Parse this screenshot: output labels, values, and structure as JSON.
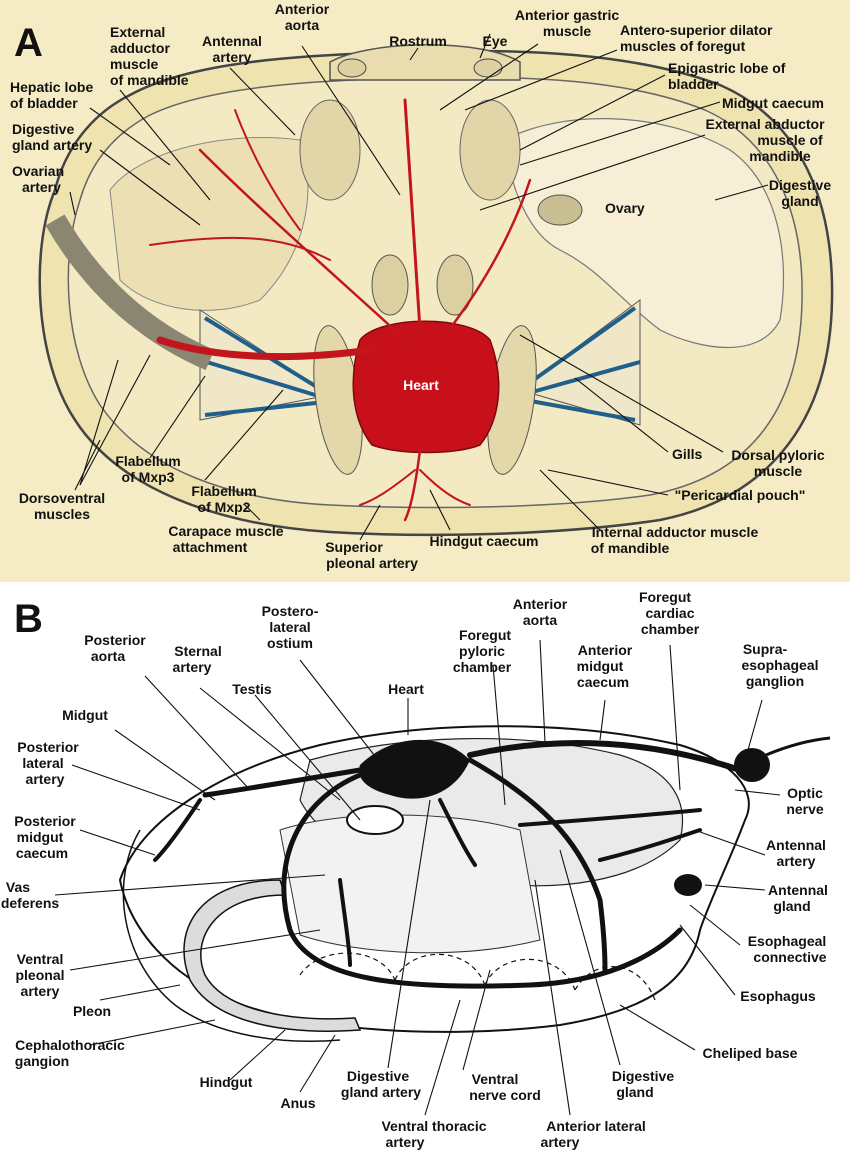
{
  "panels": [
    {
      "id": "A",
      "label": "A",
      "annotations": [
        {
          "name": "label-anterior-aorta",
          "lines": [
            "Anterior",
            "aorta"
          ]
        },
        {
          "name": "label-rostrum",
          "lines": [
            "Rostrum"
          ]
        },
        {
          "name": "label-eye",
          "lines": [
            "Eye"
          ]
        },
        {
          "name": "label-anterior-gastric-muscle",
          "lines": [
            "Anterior gastric",
            "muscle"
          ]
        },
        {
          "name": "label-external-adductor-muscle",
          "lines": [
            "External",
            "adductor",
            "muscle",
            "of mandible"
          ]
        },
        {
          "name": "label-antennal-artery-a",
          "lines": [
            "Antennal",
            "artery"
          ]
        },
        {
          "name": "label-antero-superior-dilator",
          "lines": [
            "Antero-superior dilator",
            "muscles of foregut"
          ]
        },
        {
          "name": "label-epigastric-lobe",
          "lines": [
            "Epigastric lobe of",
            "bladder"
          ]
        },
        {
          "name": "label-hepatic-lobe",
          "lines": [
            "Hepatic lobe",
            "of bladder"
          ]
        },
        {
          "name": "label-midgut-caecum",
          "lines": [
            "Midgut caecum"
          ]
        },
        {
          "name": "label-digestive-gland-artery-a",
          "lines": [
            "Digestive",
            "gland artery"
          ]
        },
        {
          "name": "label-external-abductor-muscle",
          "lines": [
            "External abductor",
            "muscle of",
            "mandible"
          ]
        },
        {
          "name": "label-ovarian-artery",
          "lines": [
            "Ovarian",
            "artery"
          ]
        },
        {
          "name": "label-ovary",
          "lines": [
            "Ovary"
          ]
        },
        {
          "name": "label-digestive-gland-a",
          "lines": [
            "Digestive",
            "gland"
          ]
        },
        {
          "name": "label-heart-a",
          "lines": [
            "Heart"
          ]
        },
        {
          "name": "label-gills",
          "lines": [
            "Gills"
          ]
        },
        {
          "name": "label-dorsal-pyloric-muscle",
          "lines": [
            "Dorsal pyloric",
            "muscle"
          ]
        },
        {
          "name": "label-flabellum-mxp3",
          "lines": [
            "Flabellum",
            "of Mxp3"
          ]
        },
        {
          "name": "label-flabellum-mxp2",
          "lines": [
            "Flabellum",
            "of Mxp2"
          ]
        },
        {
          "name": "label-dorsoventral-muscles",
          "lines": [
            "Dorsoventral",
            "muscles"
          ]
        },
        {
          "name": "label-pericardial-pouch",
          "lines": [
            "\"Pericardial pouch\""
          ]
        },
        {
          "name": "label-carapace-muscle-attachment",
          "lines": [
            "Carapace muscle",
            "attachment"
          ]
        },
        {
          "name": "label-hindgut-caecum",
          "lines": [
            "Hindgut caecum"
          ]
        },
        {
          "name": "label-internal-adductor-muscle",
          "lines": [
            "Internal adductor muscle",
            "of mandible"
          ]
        },
        {
          "name": "label-superior-pleonal-artery",
          "lines": [
            "Superior",
            "pleonal artery"
          ]
        }
      ]
    },
    {
      "id": "B",
      "label": "B",
      "annotations": [
        {
          "name": "label-postero-lateral-ostium",
          "lines": [
            "Postero-",
            "lateral",
            "ostium"
          ]
        },
        {
          "name": "label-anterior-aorta-b",
          "lines": [
            "Anterior",
            "aorta"
          ]
        },
        {
          "name": "label-foregut-cardiac-chamber",
          "lines": [
            "Foregut",
            "cardiac",
            "chamber"
          ]
        },
        {
          "name": "label-posterior-aorta",
          "lines": [
            "Posterior",
            "aorta"
          ]
        },
        {
          "name": "label-sternal-artery",
          "lines": [
            "Sternal",
            "artery"
          ]
        },
        {
          "name": "label-foregut-pyloric-chamber",
          "lines": [
            "Foregut",
            "pyloric",
            "chamber"
          ]
        },
        {
          "name": "label-anterior-midgut-caecum",
          "lines": [
            "Anterior",
            "midgut",
            "caecum"
          ]
        },
        {
          "name": "label-supra-esophageal-ganglion",
          "lines": [
            "Supra-",
            "esophageal",
            "ganglion"
          ]
        },
        {
          "name": "label-testis",
          "lines": [
            "Testis"
          ]
        },
        {
          "name": "label-heart-b",
          "lines": [
            "Heart"
          ]
        },
        {
          "name": "label-midgut",
          "lines": [
            "Midgut"
          ]
        },
        {
          "name": "label-posterior-lateral-artery",
          "lines": [
            "Posterior",
            "lateral",
            "artery"
          ]
        },
        {
          "name": "label-optic-nerve",
          "lines": [
            "Optic",
            "nerve"
          ]
        },
        {
          "name": "label-posterior-midgut-caecum",
          "lines": [
            "Posterior",
            "midgut",
            "caecum"
          ]
        },
        {
          "name": "label-antennal-artery-b",
          "lines": [
            "Antennal",
            "artery"
          ]
        },
        {
          "name": "label-vas-deferens",
          "lines": [
            "Vas",
            "deferens"
          ]
        },
        {
          "name": "label-antennal-gland",
          "lines": [
            "Antennal",
            "gland"
          ]
        },
        {
          "name": "label-esophageal-connective",
          "lines": [
            "Esophageal",
            "connective"
          ]
        },
        {
          "name": "label-ventral-pleonal-artery",
          "lines": [
            "Ventral",
            "pleonal",
            "artery"
          ]
        },
        {
          "name": "label-esophagus",
          "lines": [
            "Esophagus"
          ]
        },
        {
          "name": "label-pleon",
          "lines": [
            "Pleon"
          ]
        },
        {
          "name": "label-cephalothoracic-ganglion",
          "lines": [
            "Cephalothoracic",
            "gangion"
          ]
        },
        {
          "name": "label-cheliped-base",
          "lines": [
            "Cheliped base"
          ]
        },
        {
          "name": "label-hindgut",
          "lines": [
            "Hindgut"
          ]
        },
        {
          "name": "label-digestive-gland-artery-b",
          "lines": [
            "Digestive",
            "gland artery"
          ]
        },
        {
          "name": "label-ventral-nerve-cord",
          "lines": [
            "Ventral",
            "nerve cord"
          ]
        },
        {
          "name": "label-digestive-gland-b",
          "lines": [
            "Digestive",
            "gland"
          ]
        },
        {
          "name": "label-anus",
          "lines": [
            "Anus"
          ]
        },
        {
          "name": "label-ventral-thoracic-artery",
          "lines": [
            "Ventral thoracic",
            "artery"
          ]
        },
        {
          "name": "label-anterior-lateral-artery",
          "lines": [
            "Anterior lateral",
            "artery"
          ]
        }
      ]
    }
  ],
  "colors": {
    "panel_a_background": "#f5ebc4",
    "artery_red": "#c3161c",
    "heart_red": "#c8101a",
    "gill_blue": "#1f5f8b",
    "vessel_black": "#111111"
  }
}
